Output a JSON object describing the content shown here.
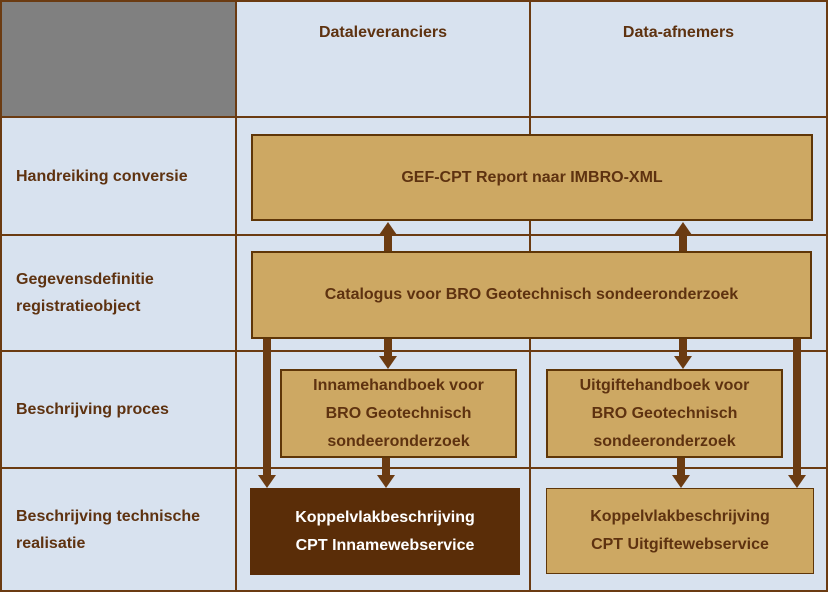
{
  "header": {
    "suppliers": "Dataleveranciers",
    "consumers": "Data-afnemers"
  },
  "row_labels": [
    {
      "lines": [
        "Handreiking conversie"
      ]
    },
    {
      "lines": [
        "Gegevensdefinitie",
        "registratieobject"
      ]
    },
    {
      "lines": [
        "Beschrijving proces"
      ]
    },
    {
      "lines": [
        "Beschrijving technische",
        "realisatie"
      ]
    }
  ],
  "boxes": {
    "gef_cpt": {
      "lines": [
        "GEF-CPT Report naar IMBRO-XML"
      ]
    },
    "catalogus": {
      "lines": [
        "Catalogus voor BRO Geotechnisch sondeeronderzoek"
      ]
    },
    "innamehandboek": {
      "lines": [
        "Innamehandboek voor",
        "BRO Geotechnisch",
        "sondeeronderzoek"
      ]
    },
    "uitgiftehandboek": {
      "lines": [
        "Uitgiftehandboek voor",
        "BRO Geotechnisch",
        "sondeeronderzoek"
      ]
    },
    "koppelvlak_inname": {
      "lines": [
        "Koppelvlakbeschrijving",
        "CPT Innamewebservice"
      ]
    },
    "koppelvlak_uitgifte": {
      "lines": [
        "Koppelvlakbeschrijving",
        "CPT Uitgiftewebservice"
      ]
    }
  },
  "colors": {
    "background": "#D8E2EF",
    "grid": "#6B3B12",
    "gray_cell": "#808080",
    "tan_fill": "#CDA863",
    "box_border": "#5F3608",
    "dark_fill": "#5A2D08",
    "text_brown": "#5E3210",
    "text_white": "#FFFFFF",
    "arrow": "#6B3B12"
  }
}
